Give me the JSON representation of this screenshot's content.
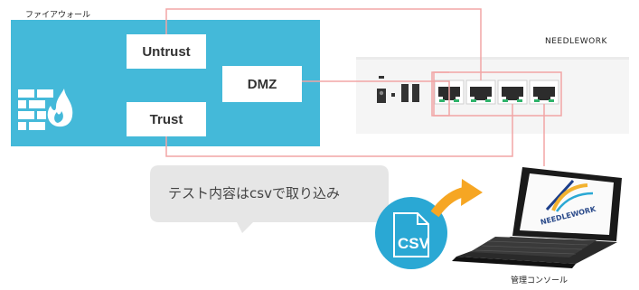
{
  "firewall": {
    "title": "ファイアウォール",
    "zones": {
      "untrust": "Untrust",
      "dmz": "DMZ",
      "trust": "Trust"
    }
  },
  "device": {
    "name": "NEEDLEWORK"
  },
  "bubble": {
    "text": "テスト内容はcsvで取り込み"
  },
  "file": {
    "label": "CSV"
  },
  "laptop": {
    "brand": "NEEDLEWORK",
    "label": "管理コンソール"
  },
  "colors": {
    "firewall_panel": "#44b9d9",
    "cable": "#f2a5a5",
    "bubble": "#e6e6e6",
    "csv_circle": "#2aa8d4",
    "arrow": "#f6a623"
  },
  "icons": [
    "firewall-brick-icon",
    "csv-file-icon",
    "arrow-icon",
    "laptop-icon",
    "ethernet-port-icon"
  ]
}
